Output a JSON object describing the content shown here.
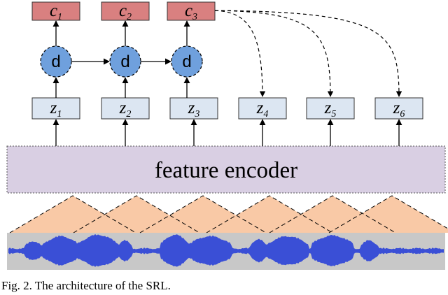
{
  "diagram": {
    "context_outputs": [
      {
        "base": "c",
        "sub": "1"
      },
      {
        "base": "c",
        "sub": "2"
      },
      {
        "base": "c",
        "sub": "3"
      }
    ],
    "d_nodes": [
      "d",
      "d",
      "d"
    ],
    "latents": [
      {
        "base": "z",
        "sub": "1"
      },
      {
        "base": "z",
        "sub": "2"
      },
      {
        "base": "z",
        "sub": "3"
      },
      {
        "base": "z",
        "sub": "4"
      },
      {
        "base": "z",
        "sub": "5"
      },
      {
        "base": "z",
        "sub": "6"
      }
    ],
    "encoder_label": "feature encoder",
    "colors": {
      "context_box": "#d98080",
      "d_node": "#6fa0dd",
      "latent_box": "#dce6f2",
      "encoder_fill": "#d9cfe3",
      "window_fill": "#f9c9a6",
      "waveform_bg": "#c8c8c8",
      "waveform": "#3a4fd6"
    }
  },
  "caption": "Fig. 2.  The architecture of the SRL."
}
